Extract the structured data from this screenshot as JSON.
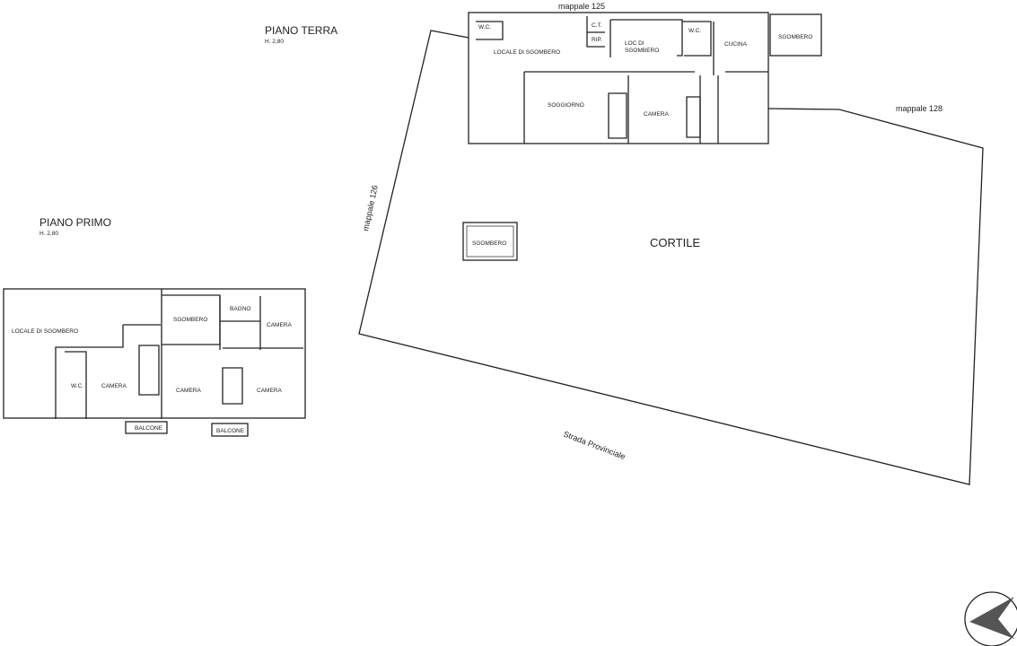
{
  "ground_floor": {
    "title": "PIANO TERRA",
    "height": "H. 2,80",
    "rooms": [
      "W.C.",
      "C.T.",
      "RIP.",
      "LOCALE DI SGOMBERO",
      "LOC DI",
      "SGOMBERO",
      "W.C.",
      "CUCINA",
      "SGOMBERO",
      "SOGGIORNO",
      "CAMERA"
    ]
  },
  "first_floor": {
    "title": "PIANO PRIMO",
    "height": "H. 2,80",
    "rooms": [
      "LOCALE DI SGOMBERO",
      "SGOMBERO",
      "BAGNO",
      "CAMERA",
      "W.C.",
      "CAMERA",
      "CAMERA",
      "CAMERA"
    ],
    "balconies": [
      "BALCONE",
      "BALCONE"
    ]
  },
  "site": {
    "courtyard": "CORTILE",
    "outbuilding": "SGOMBERO",
    "road": "Strada Provinciale",
    "parcels": [
      "mappale 125",
      "mappale 126",
      "mappale 128"
    ]
  },
  "compass": {
    "icon": "north-arrow-icon"
  }
}
